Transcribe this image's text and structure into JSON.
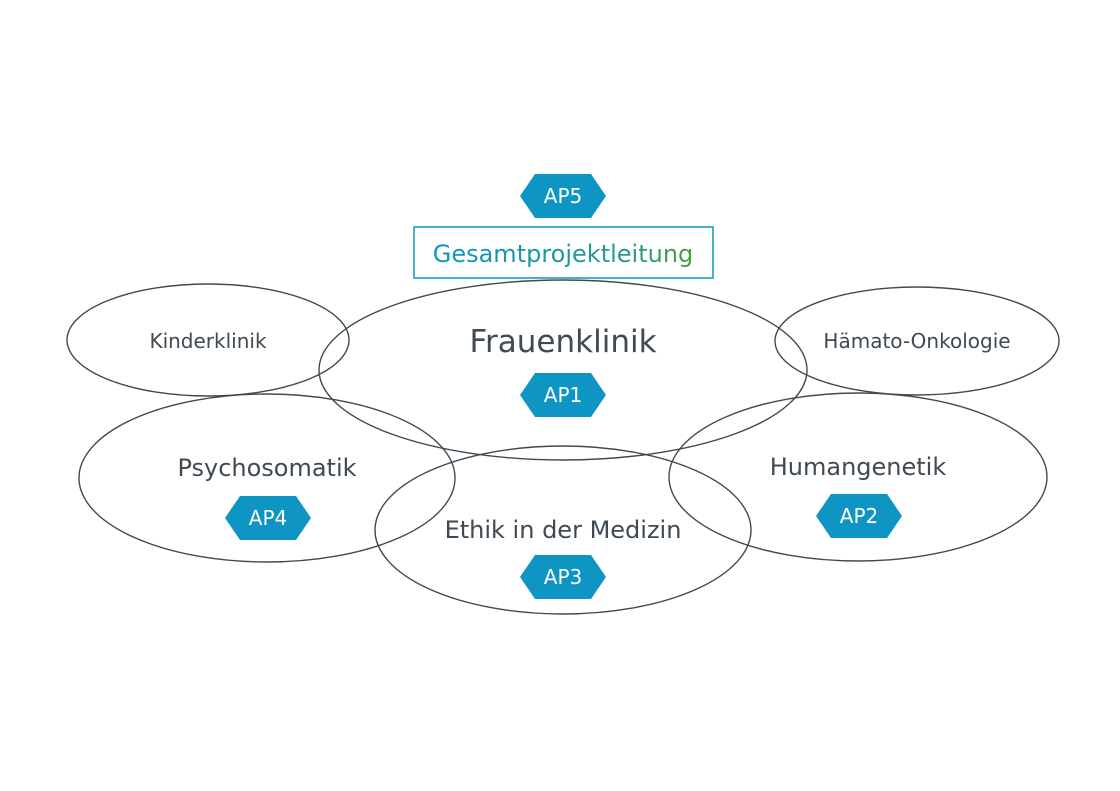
{
  "colors": {
    "outline": "#3f4a52",
    "badge": "#0e95c4",
    "badge_text": "#ffffff",
    "lead_gradient_start": "#0e95c4",
    "lead_gradient_end": "#4f9d3a"
  },
  "lead": {
    "title": "Gesamtprojektleitung",
    "badge": "AP5"
  },
  "units": {
    "frauenklinik": {
      "label": "Frauenklinik",
      "badge": "AP1"
    },
    "kinderklinik": {
      "label": "Kinderklinik"
    },
    "haemato": {
      "label": "Hämato-Onkologie"
    },
    "psychosomatik": {
      "label": "Psychosomatik",
      "badge": "AP4"
    },
    "ethik": {
      "label": "Ethik in der Medizin",
      "badge": "AP3"
    },
    "humangenetik": {
      "label": "Humangenetik",
      "badge": "AP2"
    }
  }
}
